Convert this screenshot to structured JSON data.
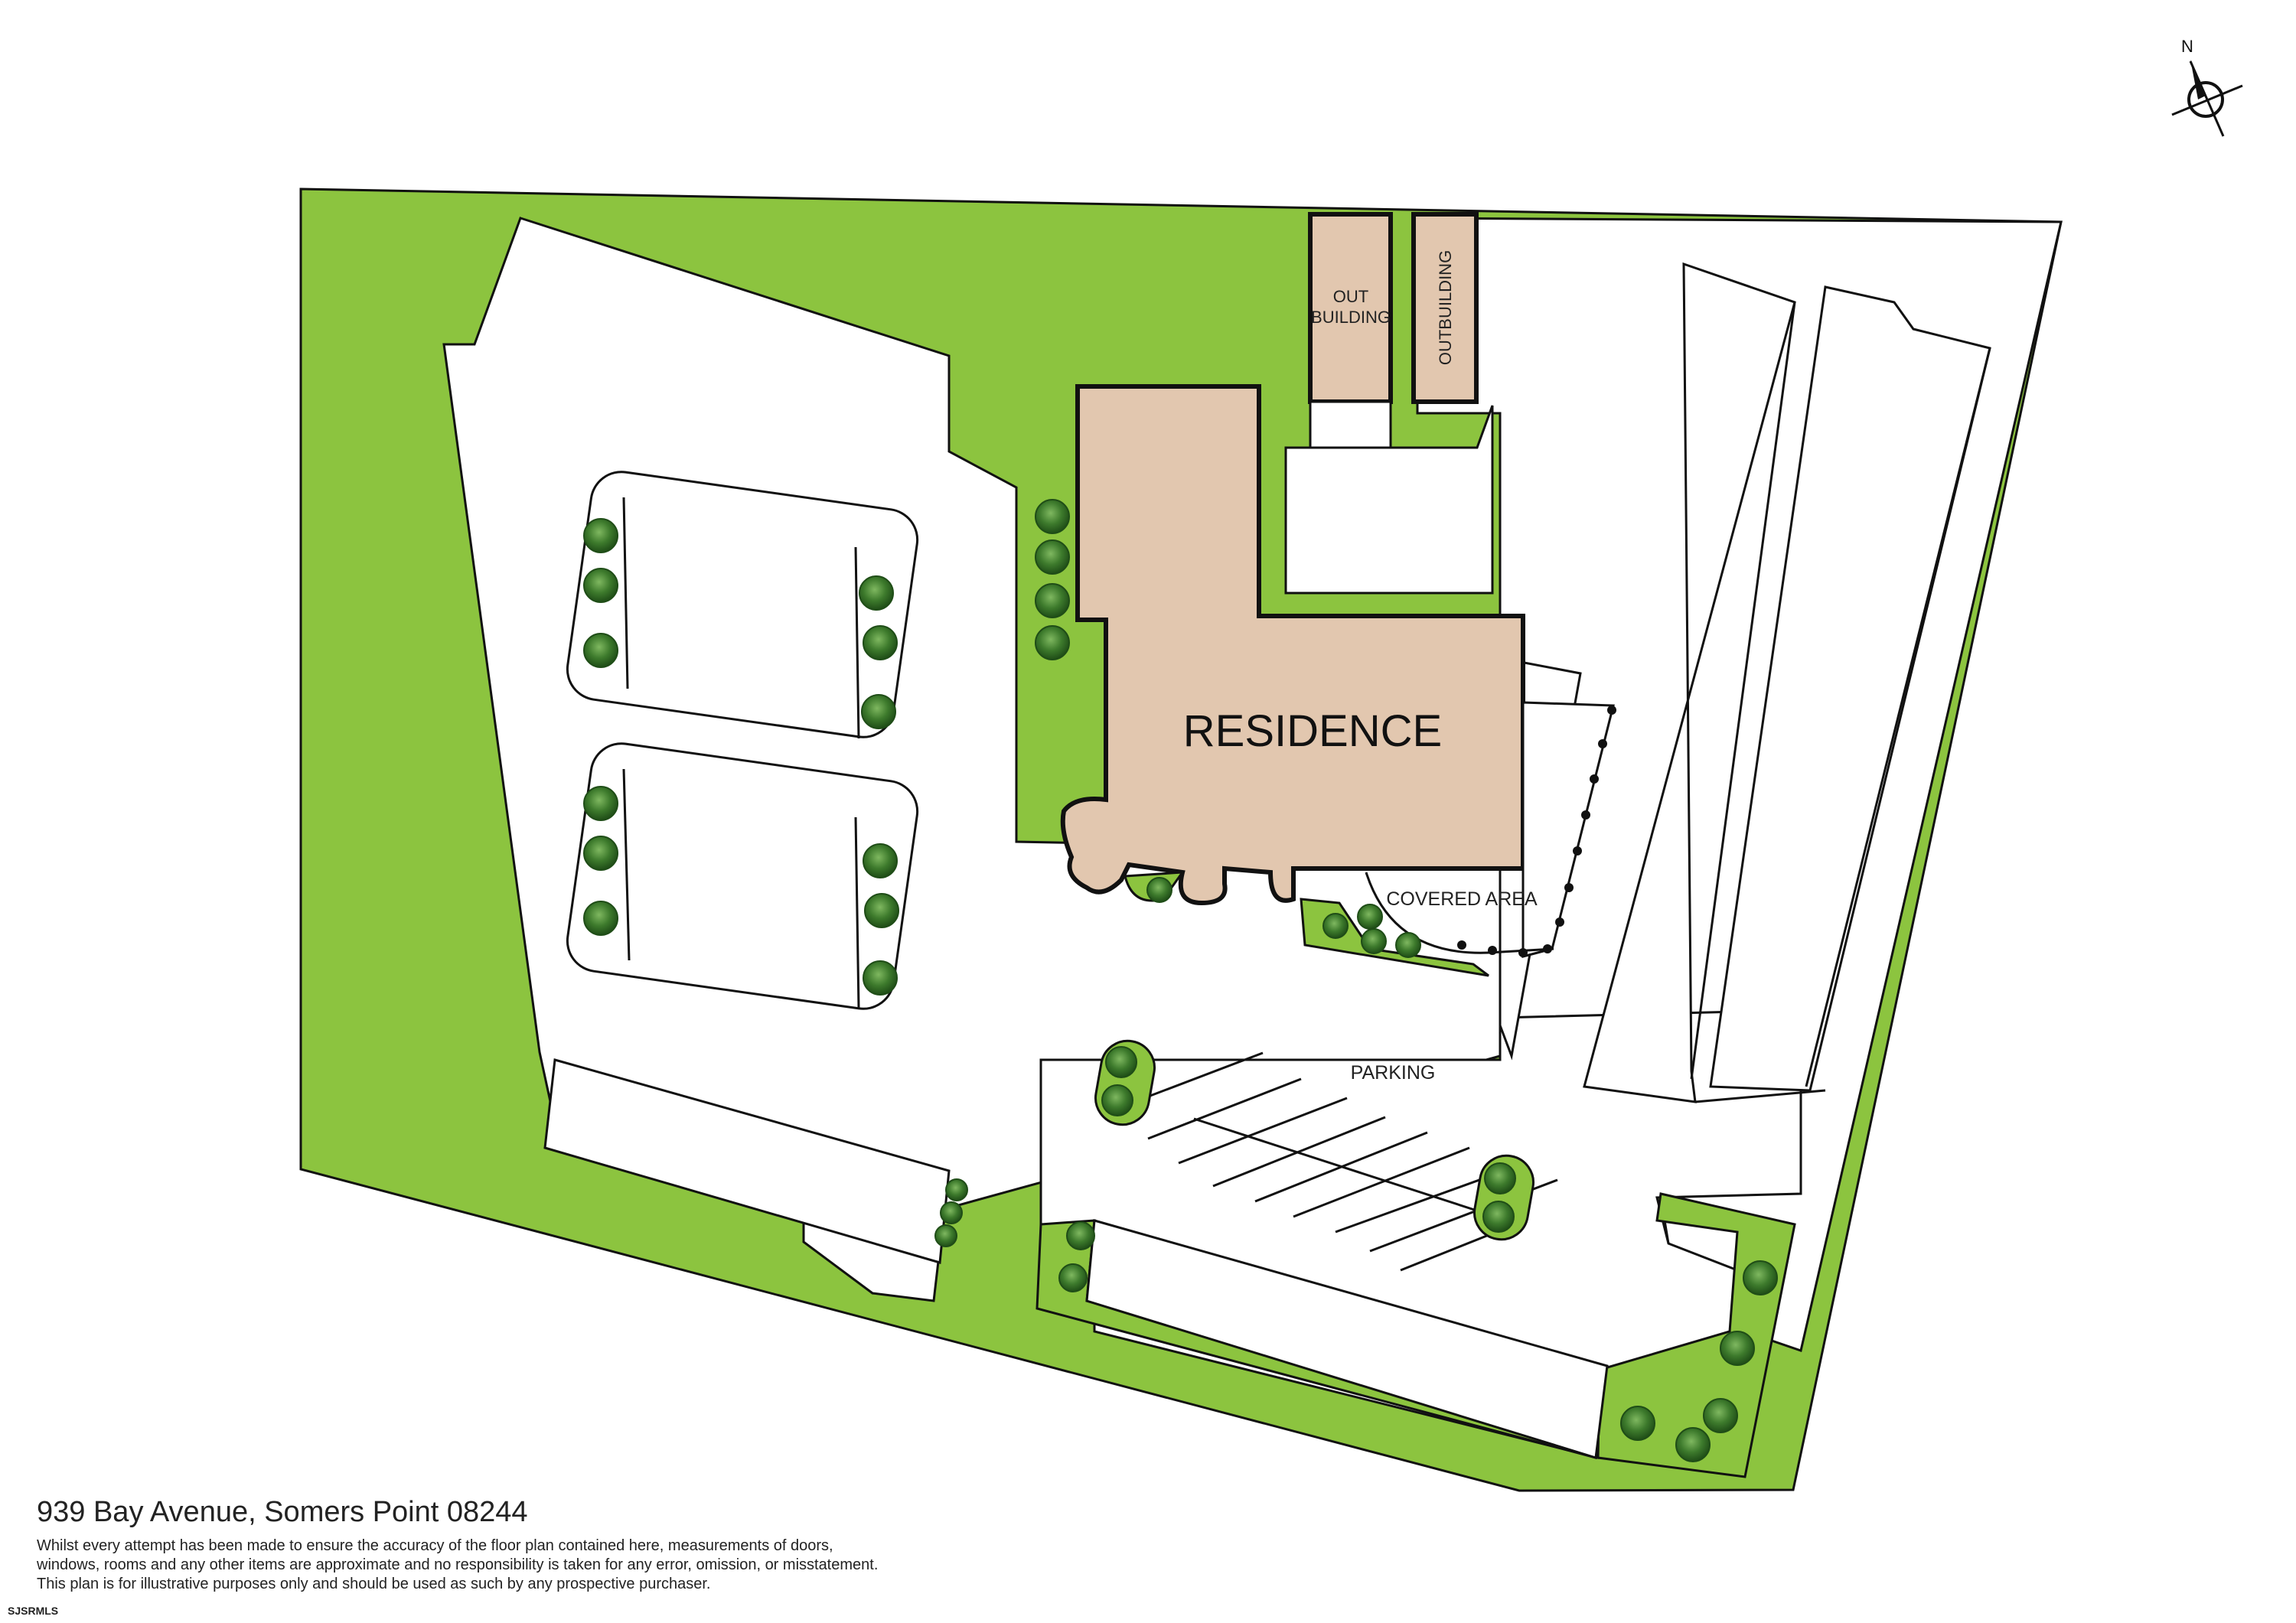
{
  "labels": {
    "residence": "RESIDENCE",
    "out_building": [
      "OUT",
      "BUILDING"
    ],
    "outbuilding": "OUTBUILDING",
    "covered_area": "COVERED AREA",
    "parking": "PARKING",
    "north": "N"
  },
  "address": "939 Bay Avenue, Somers Point 08244",
  "disclaimer": [
    "Whilst every attempt has been made to ensure the accuracy of the floor plan contained here, measurements of doors,",
    "windows, rooms and any other items are approximate and no responsibility is taken for any error, omission, or misstatement.",
    "This plan is for illustrative purposes only and should be used as such by any prospective purchaser."
  ],
  "source": "SJSRMLS",
  "colors": {
    "lawn": "#8cc43f",
    "building": "#e2c7af",
    "outline": "#111111",
    "shrub": "#3d7a2c"
  }
}
